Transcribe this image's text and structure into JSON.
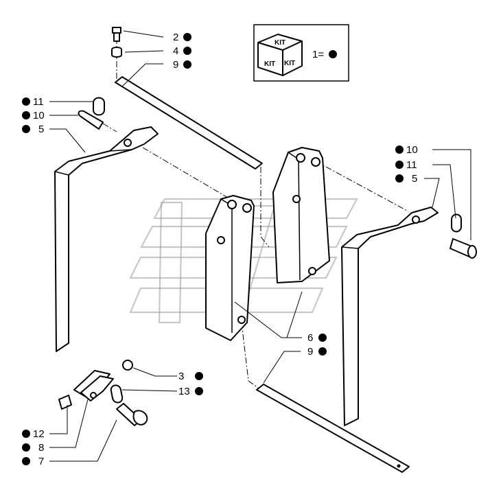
{
  "kit_legend": {
    "cube_text_top": "KIT",
    "cube_text_left": "KIT",
    "cube_text_right": "KIT",
    "equation": "1="
  },
  "callouts": [
    {
      "number": "2"
    },
    {
      "number": "4"
    },
    {
      "number": "9"
    },
    {
      "number": "11"
    },
    {
      "number": "10"
    },
    {
      "number": "5"
    },
    {
      "number": "10"
    },
    {
      "number": "11"
    },
    {
      "number": "5"
    },
    {
      "number": "6"
    },
    {
      "number": "9"
    },
    {
      "number": "3"
    },
    {
      "number": "13"
    },
    {
      "number": "12"
    },
    {
      "number": "8"
    },
    {
      "number": "7"
    }
  ],
  "colors": {
    "ink": "#000000",
    "watermark": "#9a9a9a",
    "background": "#ffffff"
  }
}
